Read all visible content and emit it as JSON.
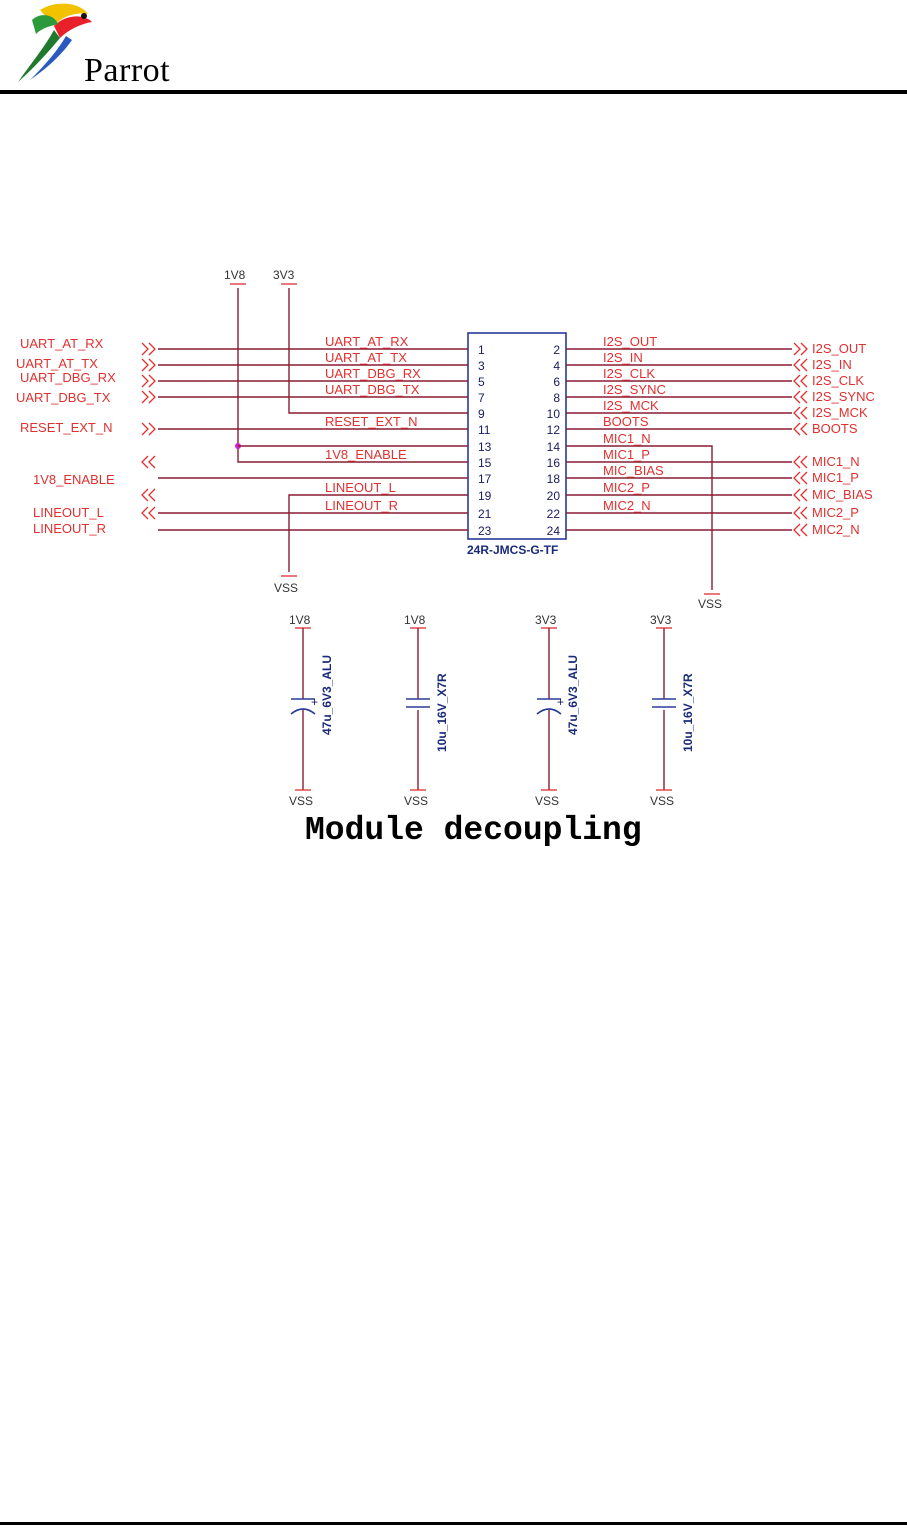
{
  "header": {
    "brand": "Parrot"
  },
  "schematic": {
    "power_labels": {
      "top_a": "1V8",
      "top_b": "3V3",
      "vss_left": "VSS",
      "vss_right": "VSS"
    },
    "connector": {
      "part_name": "24R-JMCS-G-TF",
      "left_pins": [
        "1",
        "3",
        "5",
        "7",
        "9",
        "11",
        "13",
        "15",
        "17",
        "19",
        "21",
        "23"
      ],
      "right_pins": [
        "2",
        "4",
        "6",
        "8",
        "10",
        "12",
        "14",
        "16",
        "18",
        "20",
        "22",
        "24"
      ],
      "left_wire_labels": [
        "UART_AT_RX",
        "UART_AT_TX",
        "UART_DBG_RX",
        "UART_DBG_TX",
        "",
        "RESET_EXT_N",
        "",
        "1V8_ENABLE",
        "",
        "LINEOUT_L",
        "LINEOUT_R",
        ""
      ],
      "right_wire_labels": [
        "I2S_OUT",
        "I2S_IN",
        "I2S_CLK",
        "I2S_SYNC",
        "I2S_MCK",
        "BOOTS",
        "MIC1_N",
        "MIC1_P",
        "MIC_BIAS",
        "MIC2_P",
        "MIC2_N",
        ""
      ]
    },
    "left_ports": [
      "UART_AT_RX",
      "UART_AT_TX",
      "UART_DBG_RX",
      "UART_DBG_TX",
      "RESET_EXT_N",
      "1V8_ENABLE",
      "LINEOUT_L",
      "LINEOUT_R"
    ],
    "right_ports": [
      "I2S_OUT",
      "I2S_IN",
      "I2S_CLK",
      "I2S_SYNC",
      "I2S_MCK",
      "BOOTS",
      "MIC1_N",
      "MIC1_P",
      "MIC_BIAS",
      "MIC2_P",
      "MIC2_N"
    ],
    "capacitors": [
      {
        "supply": "1V8",
        "value": "47u_6V3_ALU",
        "ground": "VSS",
        "polarized": true
      },
      {
        "supply": "1V8",
        "value": "10u_16V_X7R",
        "ground": "VSS",
        "polarized": false
      },
      {
        "supply": "3V3",
        "value": "47u_6V3_ALU",
        "ground": "VSS",
        "polarized": true
      },
      {
        "supply": "3V3",
        "value": "10u_16V_X7R",
        "ground": "VSS",
        "polarized": false
      }
    ],
    "polarity_mark": "+",
    "caption": "Module decoupling"
  }
}
